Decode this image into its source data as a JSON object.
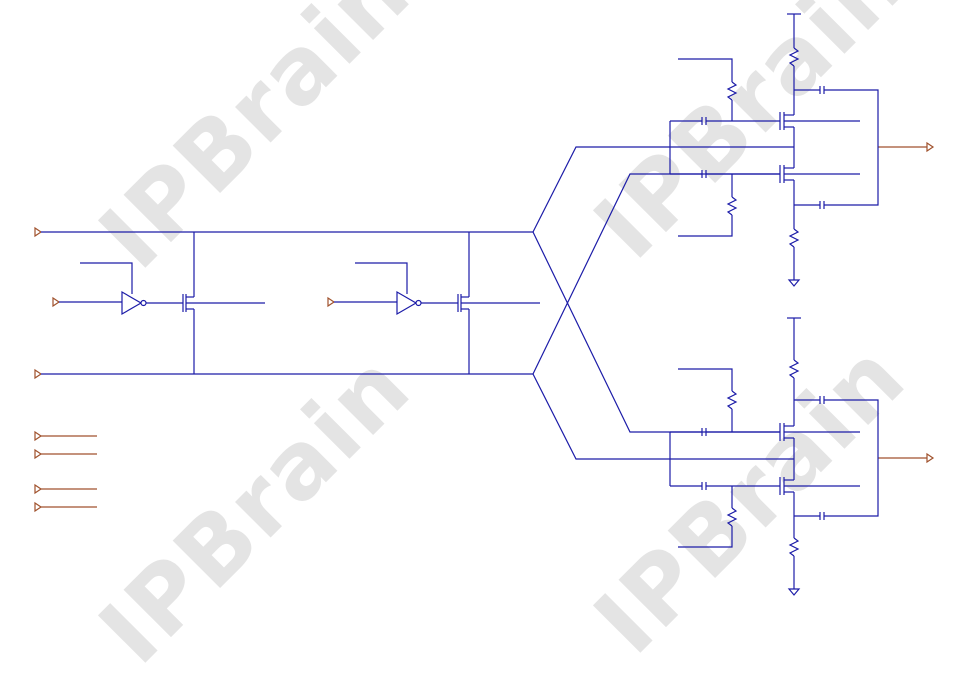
{
  "watermark": {
    "text": "IPBrain",
    "color": "#b0b0b0"
  },
  "colors": {
    "wire": "#1c1ca8",
    "pin": "#a0522d",
    "background": "#ffffff"
  },
  "components": {
    "input_ports": 8,
    "output_ports": 2,
    "inverters": 2,
    "switch_transistors": 2,
    "driver_transistors": 4,
    "resistors": 8,
    "capacitors": 8
  }
}
